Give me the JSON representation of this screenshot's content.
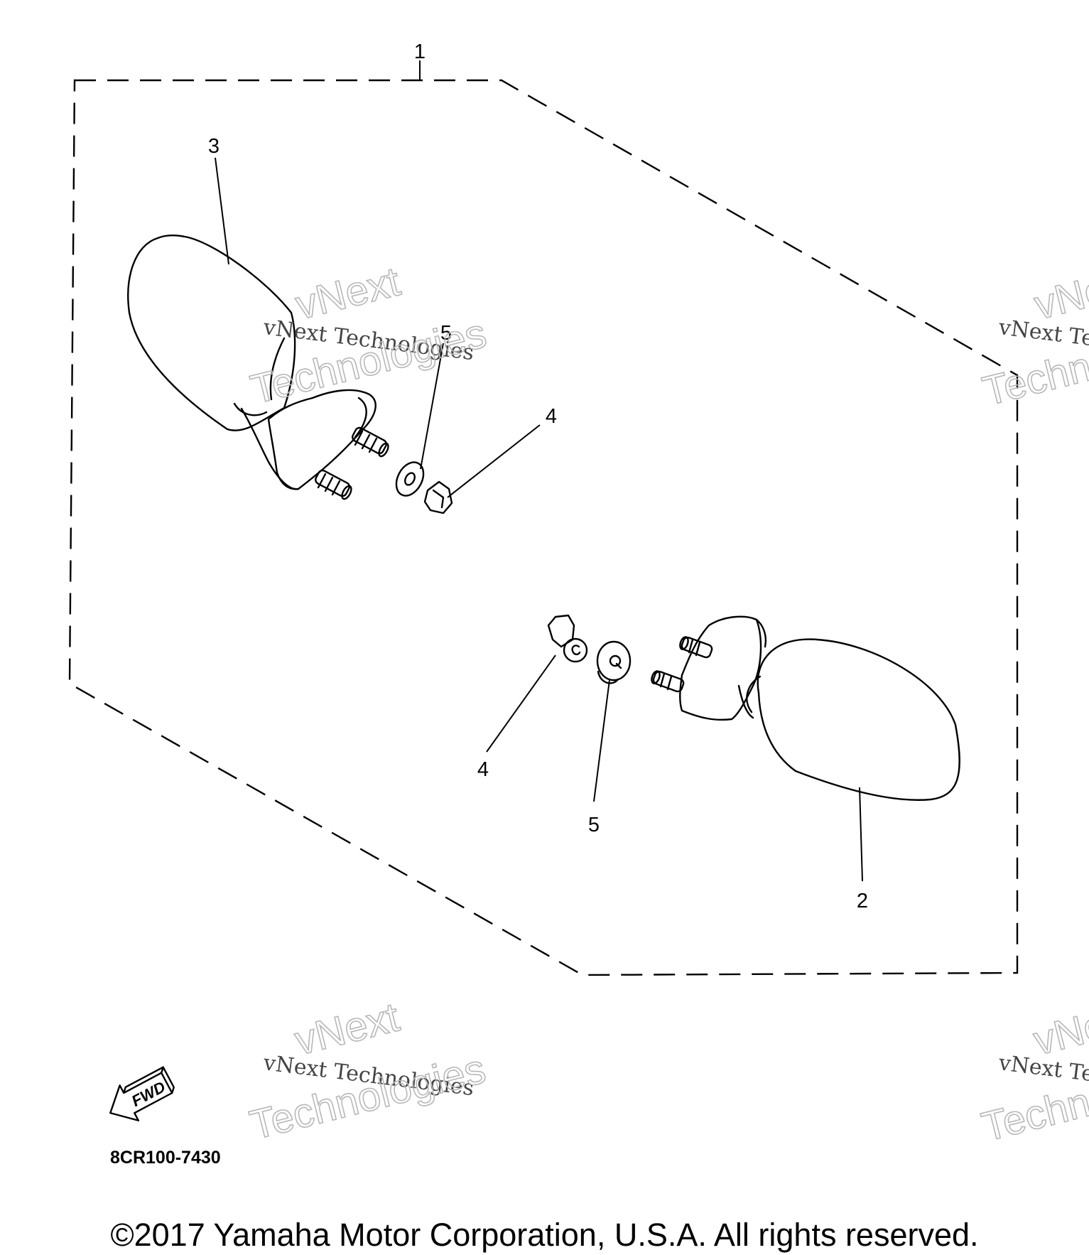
{
  "diagram": {
    "callouts": {
      "assembly": "1",
      "right_mirror": "2",
      "left_mirror": "3",
      "nut_upper": "4",
      "washer_upper": "5",
      "nut_lower": "4",
      "washer_lower": "5"
    },
    "direction_badge": "FWD",
    "part_code": "8CR100-7430"
  },
  "watermark": {
    "line1": "vNext Technologies",
    "line2a": "vNext",
    "line2b": "Technologies"
  },
  "footer": {
    "copyright": "©2017 Yamaha Motor Corporation, U.S.A. All rights reserved."
  }
}
